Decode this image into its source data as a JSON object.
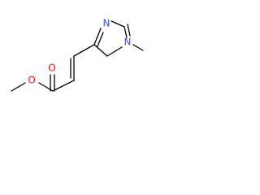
{
  "molecule": {
    "atoms": [
      {
        "id": "o-carbonyl",
        "symbol": "O",
        "color": "#ff0d0d"
      },
      {
        "id": "o-ester",
        "symbol": "O",
        "color": "#ff0d0d"
      },
      {
        "id": "n-imine",
        "symbol": "N",
        "color": "#3050f8"
      },
      {
        "id": "n-methyl",
        "symbol": "N",
        "color": "#3050f8"
      }
    ],
    "bond_color": "#000000"
  }
}
